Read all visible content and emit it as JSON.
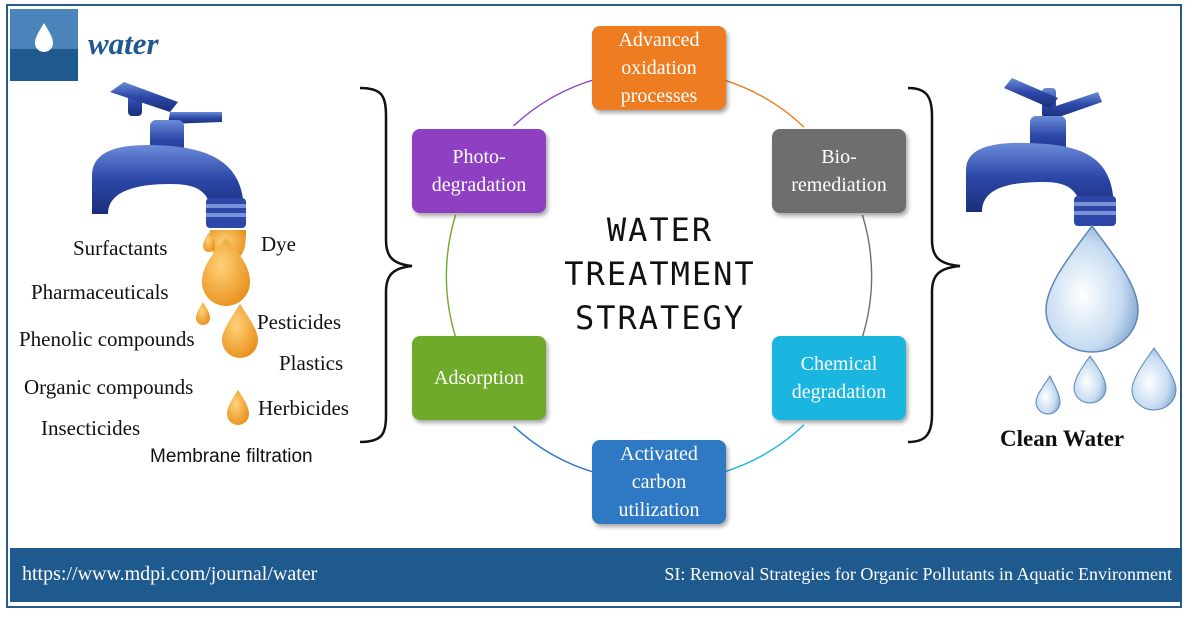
{
  "logo": {
    "text": "water"
  },
  "pollutants": [
    "Surfactants",
    "Dye",
    "Pharmaceuticals",
    "Pesticides",
    "Phenolic compounds",
    "Plastics",
    "Organic compounds",
    "Herbicides",
    "Insecticides",
    "Membrane filtration"
  ],
  "center_title": "WATER\nTREATMENT\nSTRATEGY",
  "strategies": [
    {
      "label": "Advanced\noxidation\nprocesses",
      "color": "#ee7d22"
    },
    {
      "label": "Bio-\nremediation",
      "color": "#6e6e6e"
    },
    {
      "label": "Chemical\ndegradation",
      "color": "#1bb6e0"
    },
    {
      "label": "Activated\ncarbon\nutilization",
      "color": "#2f78c4"
    },
    {
      "label": "Adsorption",
      "color": "#6faa2a"
    },
    {
      "label": "Photo-\ndegradation",
      "color": "#8e3fc2"
    }
  ],
  "clean_label": "Clean Water",
  "footer": {
    "url": "https://www.mdpi.com/journal/water",
    "special_issue": "SI: Removal Strategies for Organic Pollutants in Aquatic Environment"
  }
}
